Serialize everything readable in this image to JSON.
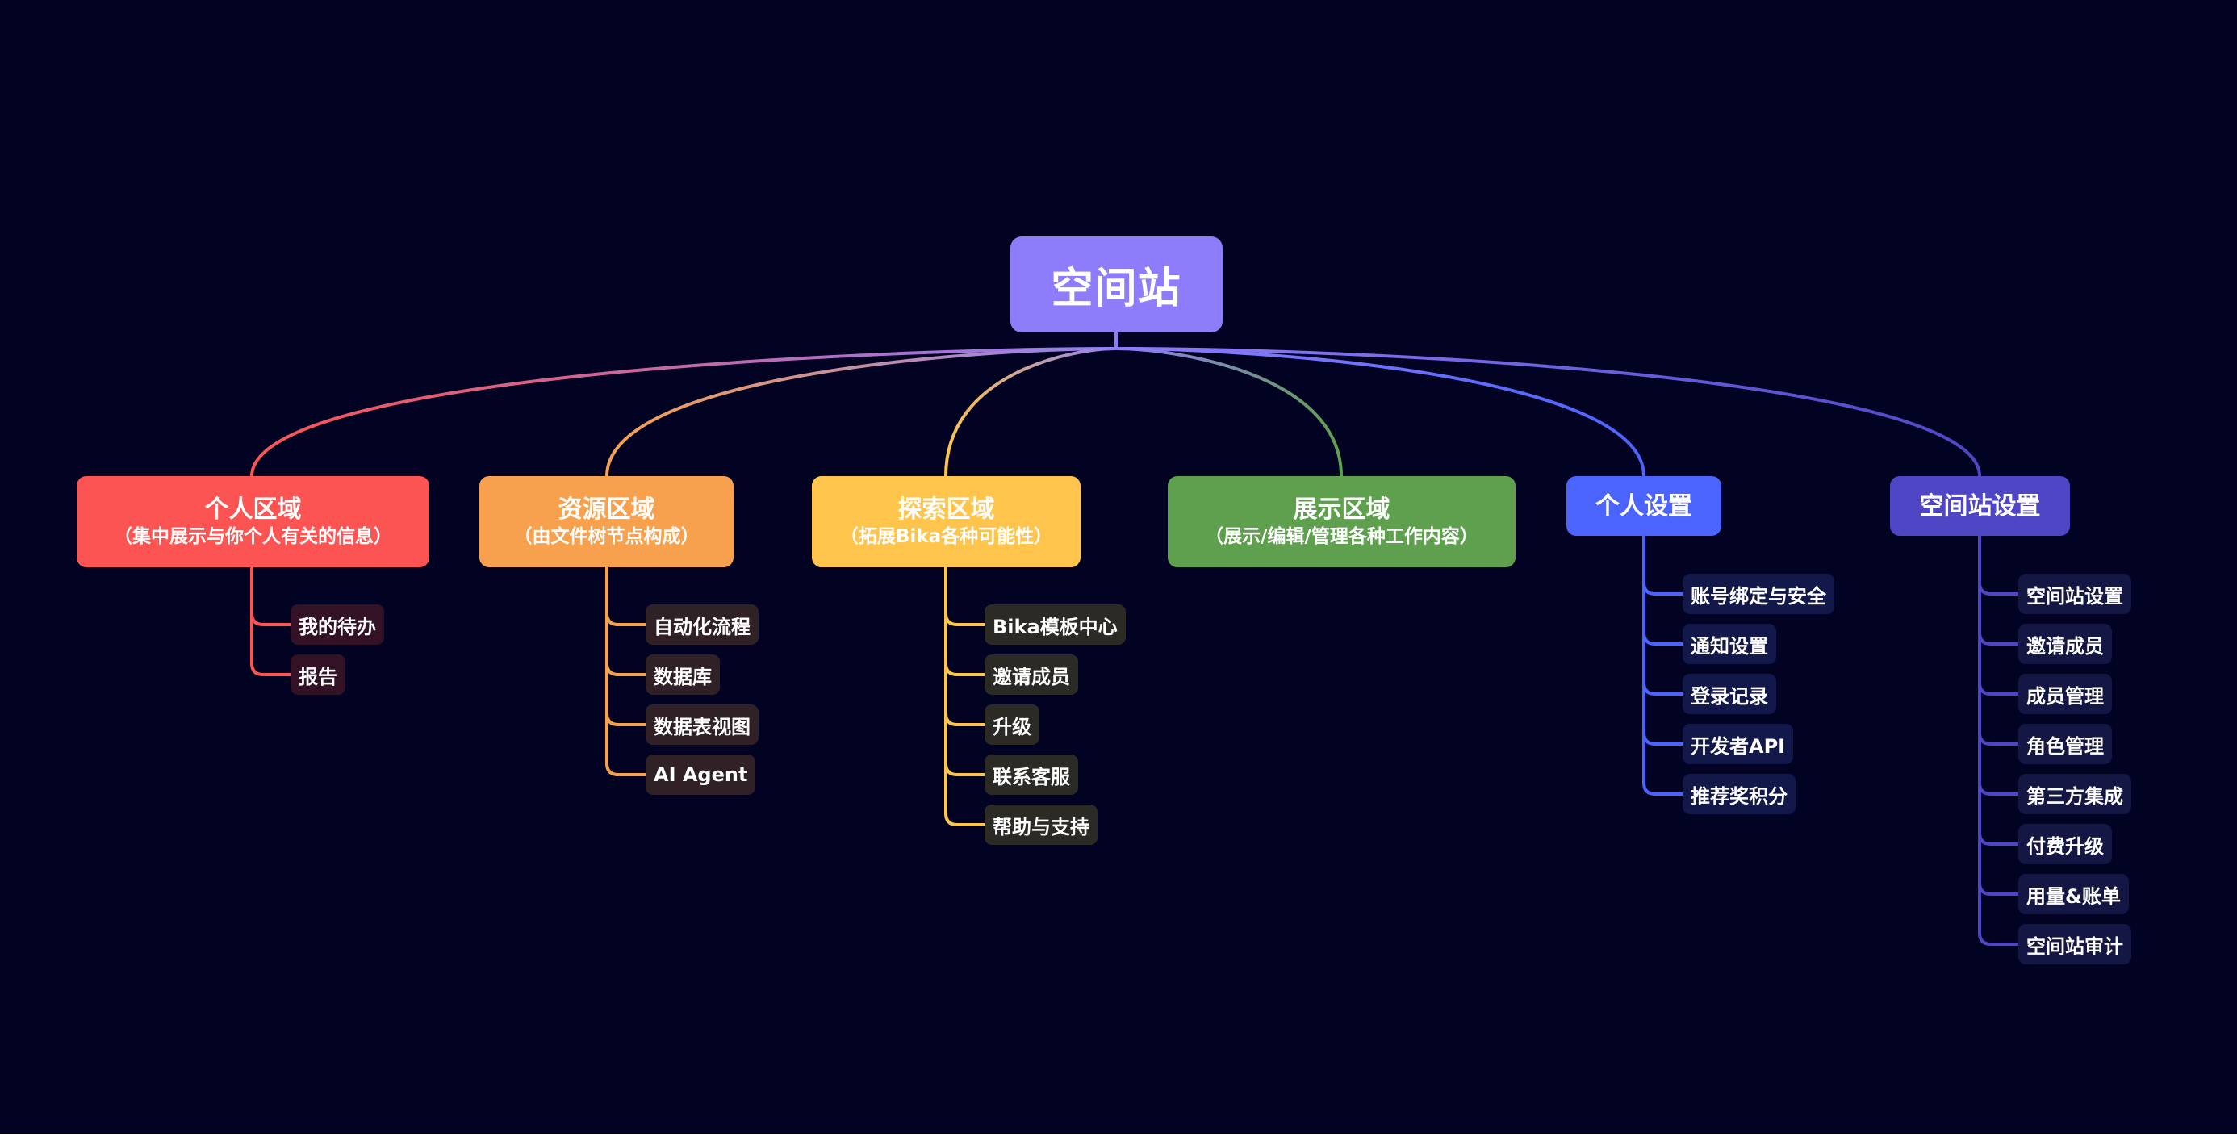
{
  "root": {
    "label": "空间站",
    "color": "#8e7dfa"
  },
  "branches": [
    {
      "title": "个人区域",
      "subtitle": "（集中展示与你个人有关的信息）",
      "color": "#fc5452",
      "leaf_bg": "#341226",
      "children": [
        "我的待办",
        "报告"
      ]
    },
    {
      "title": "资源区域",
      "subtitle": "（由文件树节点构成）",
      "color": "#f7a04d",
      "leaf_bg": "#2f2126",
      "children": [
        "自动化流程",
        "数据库",
        "数据表视图",
        "AI Agent"
      ]
    },
    {
      "title": "探索区域",
      "subtitle": "（拓展Bika各种可能性）",
      "color": "#fec44c",
      "leaf_bg": "#2c2a25",
      "children": [
        "Bika模板中心",
        "邀请成员",
        "升级",
        "联系客服",
        "帮助与支持"
      ]
    },
    {
      "title": "展示区域",
      "subtitle": "（展示/编辑/管理各种工作内容）",
      "color": "#5ea04e",
      "leaf_bg": "#15242a",
      "children": []
    },
    {
      "title": "个人设置",
      "subtitle": "",
      "color": "#4a64fd",
      "leaf_bg": "#13184a",
      "children": [
        "账号绑定与安全",
        "通知设置",
        "登录记录",
        "开发者API",
        "推荐奖积分"
      ]
    },
    {
      "title": "空间站设置",
      "subtitle": "",
      "color": "#4f46c6",
      "leaf_bg": "#141644",
      "children": [
        "空间站设置",
        "邀请成员",
        "成员管理",
        "角色管理",
        "第三方集成",
        "付费升级",
        "用量&账单",
        "空间站审计"
      ]
    }
  ]
}
